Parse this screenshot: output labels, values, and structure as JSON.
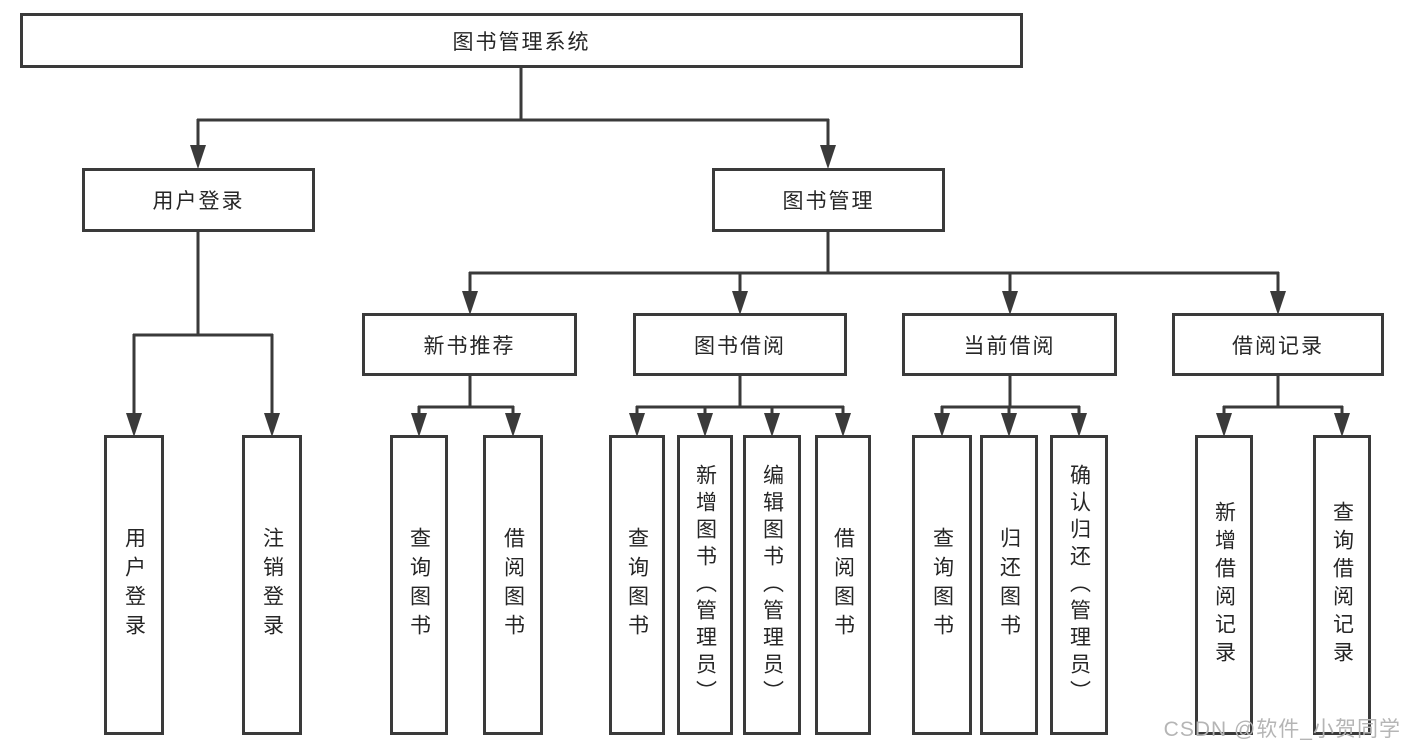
{
  "tree": {
    "root": "图书管理系统",
    "user_login": {
      "label": "用户登录",
      "children": [
        "用户登录",
        "注销登录"
      ]
    },
    "book_mgmt": {
      "label": "图书管理"
    },
    "new_book": {
      "label": "新书推荐",
      "children": [
        "查询图书",
        "借阅图书"
      ]
    },
    "book_borrow": {
      "label": "图书借阅",
      "children": [
        "查询图书",
        "新增图书（管理员）",
        "编辑图书（管理员）",
        "借阅图书"
      ]
    },
    "current_borrow": {
      "label": "当前借阅",
      "children": [
        "查询图书",
        "归还图书",
        "确认归还（管理员）"
      ]
    },
    "borrow_record": {
      "label": "借阅记录",
      "children": [
        "新增借阅记录",
        "查询借阅记录"
      ]
    }
  },
  "watermark": "CSDN @软件_小贺同学",
  "colors": {
    "line": "#3a3a3a",
    "box_border": "#3a3a3a",
    "text": "#262626",
    "watermark_text": "#b5b5b5",
    "background": "#ffffff"
  }
}
